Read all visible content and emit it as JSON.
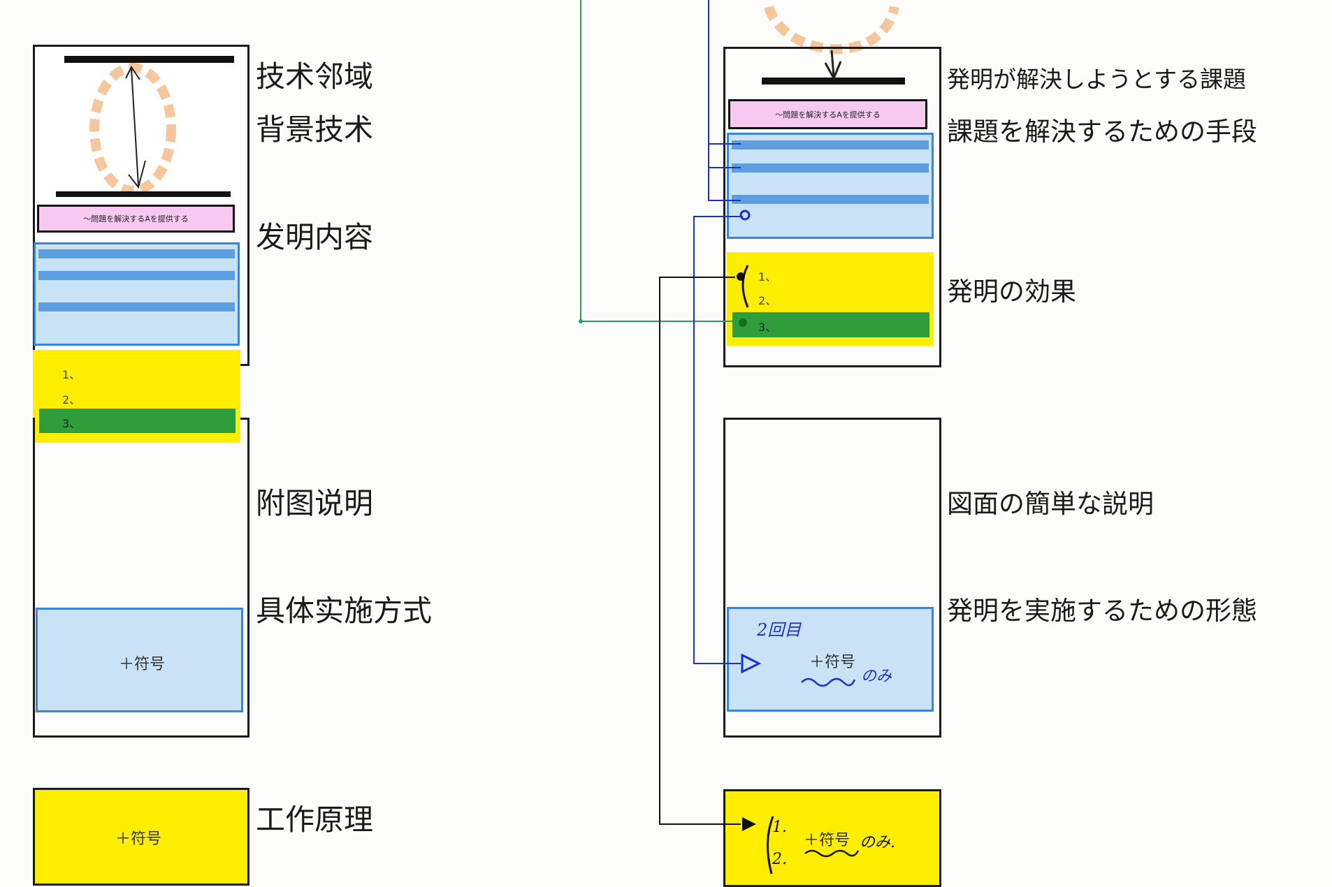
{
  "left_column": {
    "labels": {
      "technical_field": "技术邻域",
      "background_art": "背景技术",
      "summary": "发明内容",
      "drawings": "附图说明",
      "embodiments": "具体实施方式",
      "working_principle": "工作原理"
    },
    "pink_bar_text": "〜問題を解決するAを提供する",
    "effect_items": [
      "1、",
      "2、",
      "3、"
    ],
    "symbol_text": "＋符号",
    "principle_symbol_text": "＋符号"
  },
  "right_column": {
    "labels": {
      "problem": "発明が解決しようとする課題",
      "means": "課題を解決するための手段",
      "effect": "発明の効果",
      "drawings": "図面の簡単な説明",
      "embodiments": "発明を実施するための形態"
    },
    "pink_bar_text": "〜問題を解決するAを提供する",
    "effect_items": [
      "1、",
      "2、",
      "3、"
    ],
    "symbol_text": "＋符号",
    "handwritten": {
      "second_time": "2回目",
      "annot_a": "のみ",
      "annot_b": "のみ.",
      "bottom_list_1": "1.",
      "bottom_list_2": "2."
    },
    "bottom_symbol_text": "＋符号"
  },
  "colors": {
    "pink": "#f7c9f0",
    "light_blue": "#c9e2f5",
    "blue_stripe": "#5d9ee0",
    "yellow": "#ffee00",
    "green": "#2e9e3a",
    "connector_green": "#1fa35a",
    "connector_blue": "#2030b8",
    "connector_black": "#111111",
    "sketch_orange": "#f3b37c"
  }
}
